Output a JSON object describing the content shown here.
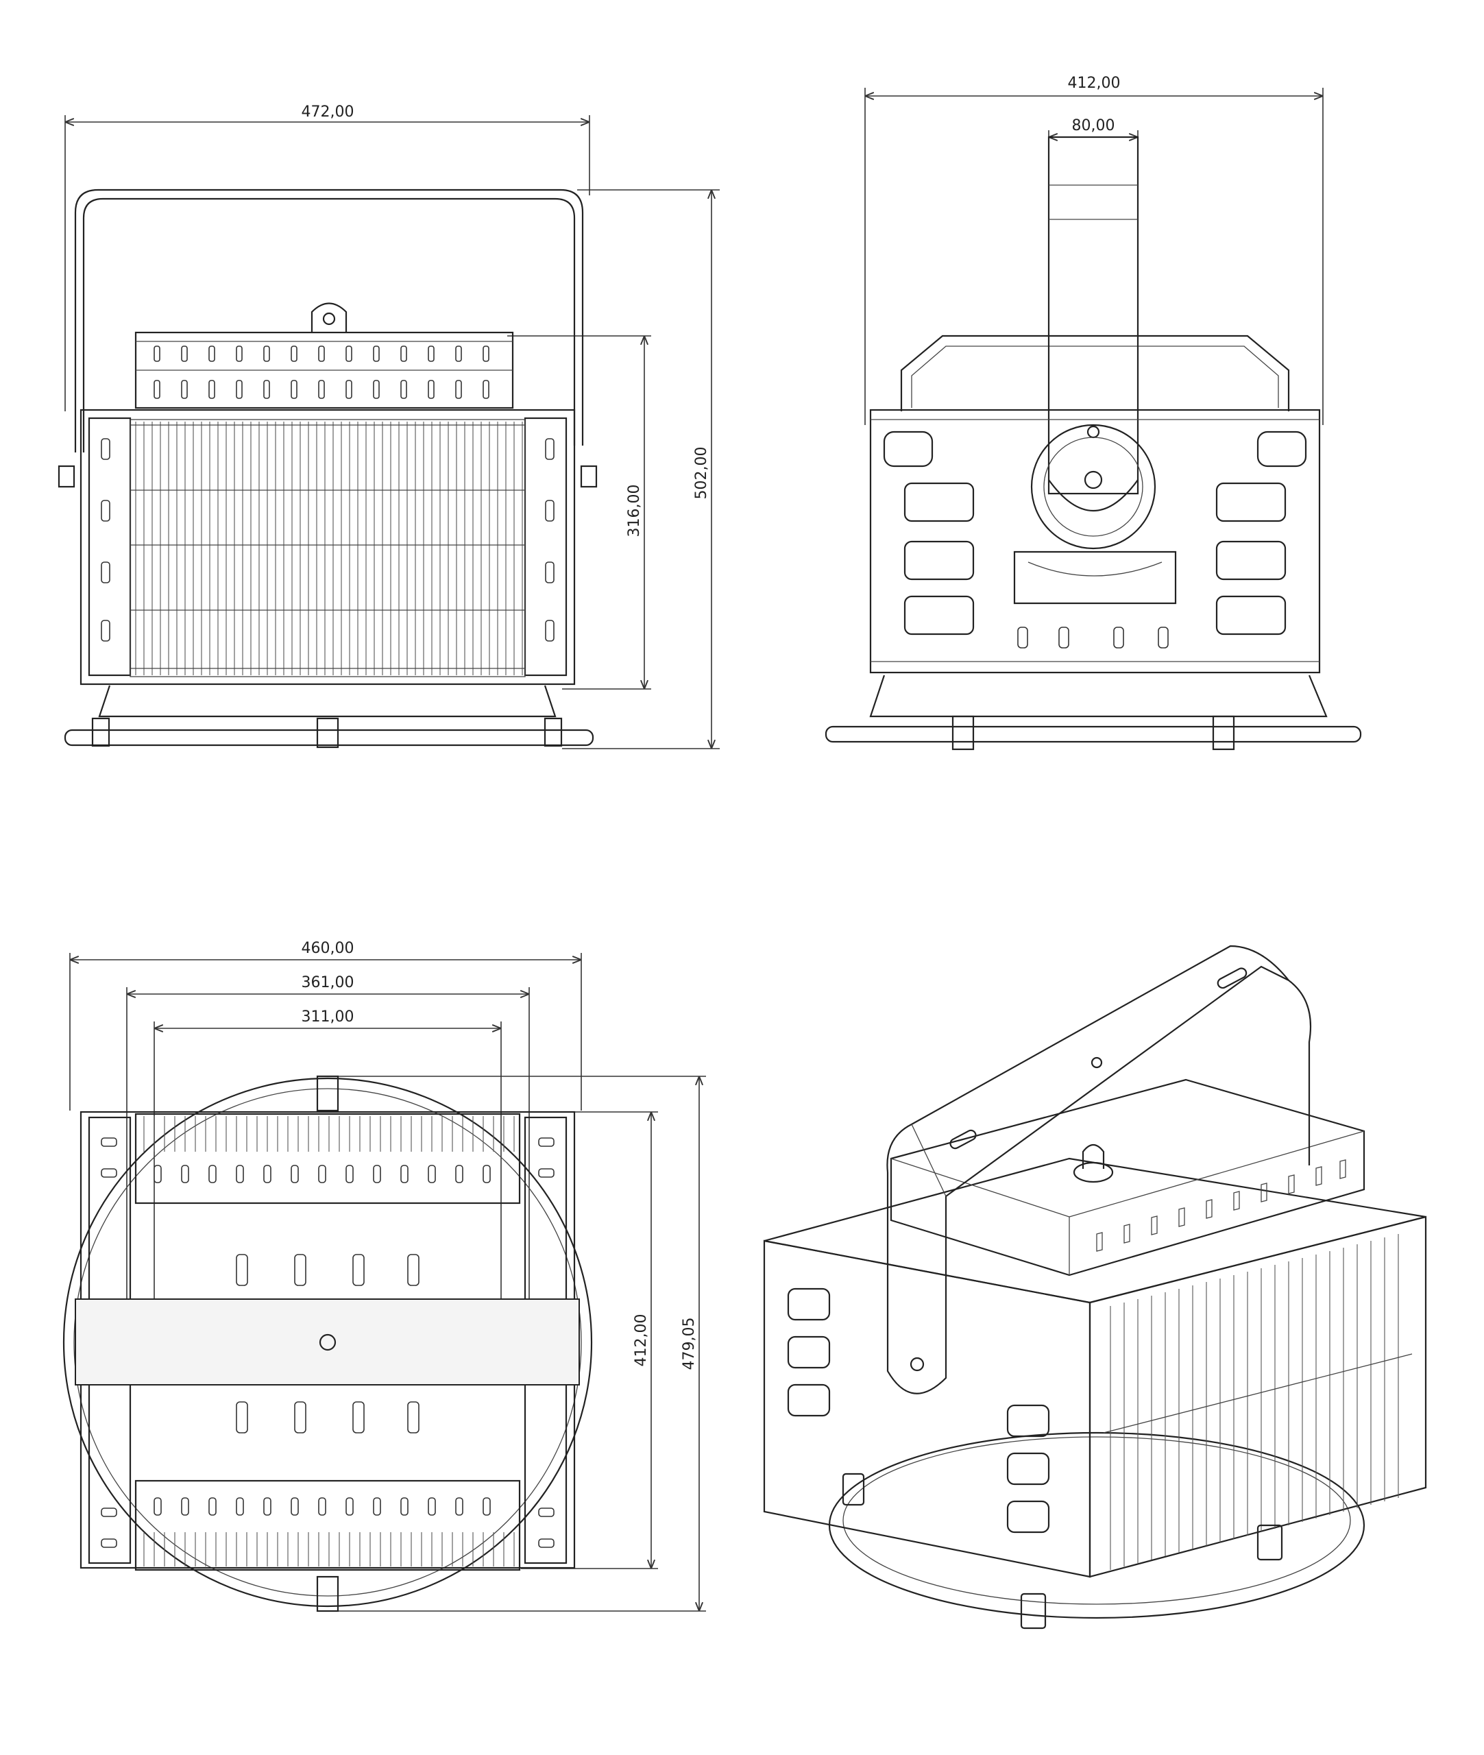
{
  "views": {
    "front": {
      "width_label": "472,00",
      "height_label": "502,00",
      "body_label": "316,00"
    },
    "side": {
      "width_label": "412,00",
      "bracket_label": "80,00"
    },
    "bottom": {
      "outer_label": "460,00",
      "mid_label": "361,00",
      "inner_label": "311,00",
      "height_label": "412,00",
      "total_label": "479,05"
    },
    "iso": {}
  },
  "colors": {
    "line": "#222222",
    "background": "#ffffff"
  }
}
